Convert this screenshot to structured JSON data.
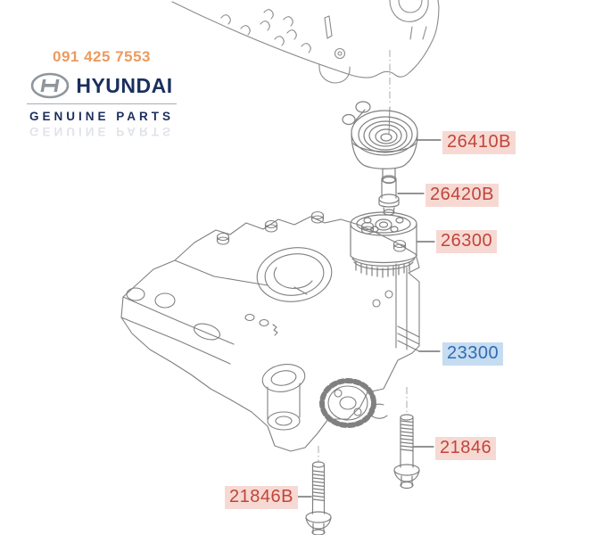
{
  "brand": {
    "phone": "091 425 7553",
    "name": "HYUNDAI",
    "tagline": "GENUINE PARTS"
  },
  "diagram": {
    "parts": [
      {
        "number": "26410B",
        "highlight": "red"
      },
      {
        "number": "26420B",
        "highlight": "red"
      },
      {
        "number": "26300",
        "highlight": "red"
      },
      {
        "number": "23300",
        "highlight": "blue"
      },
      {
        "number": "21846",
        "highlight": "red"
      },
      {
        "number": "21846B",
        "highlight": "red"
      }
    ],
    "colors": {
      "red_label_text": "#c0453a",
      "red_label_bg": "#f7d9d3",
      "blue_label_text": "#2e6cb5",
      "blue_label_bg": "#c6dcf0",
      "line_art_gray": "#808080",
      "brand_navy": "#1b2f5e",
      "phone_orange": "#ec9a60"
    }
  }
}
